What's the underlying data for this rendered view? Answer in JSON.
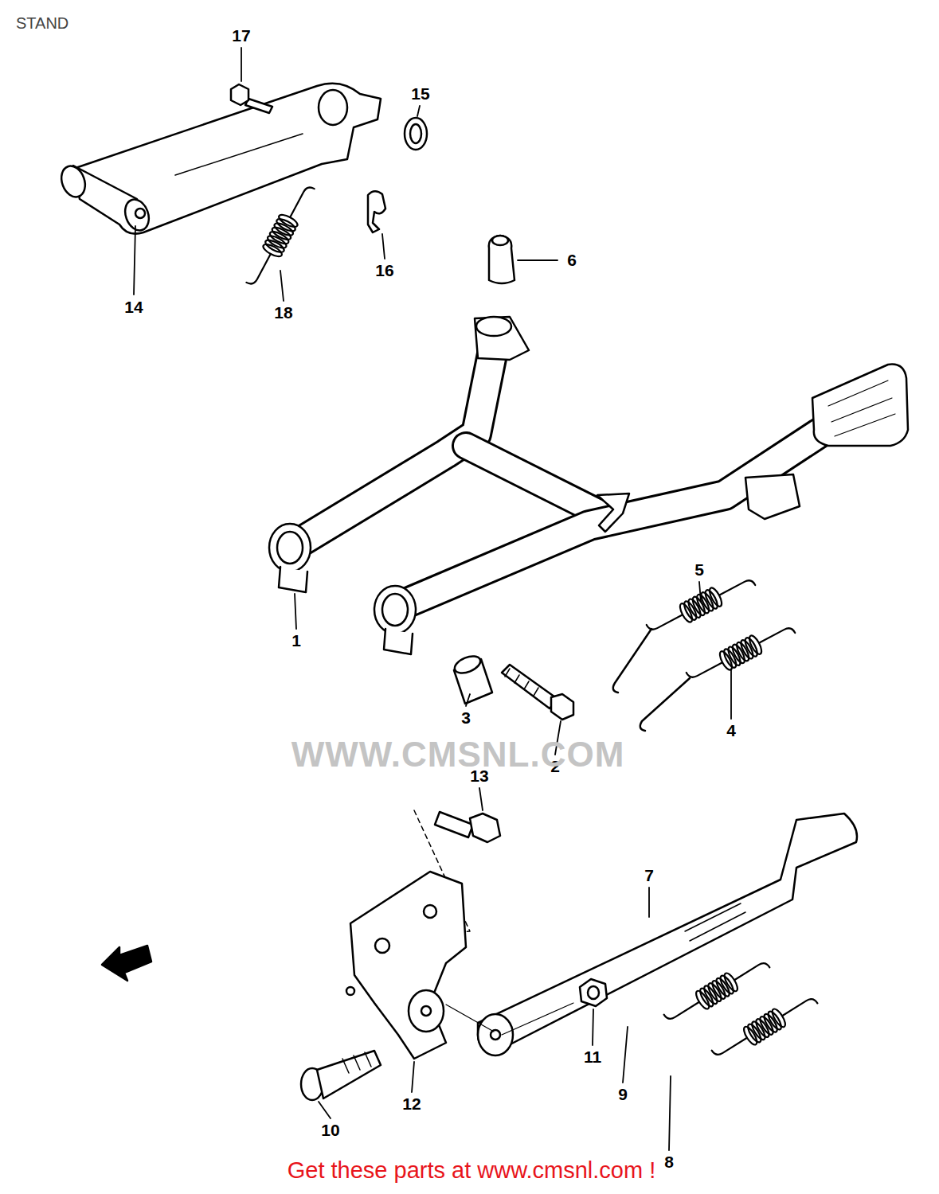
{
  "diagram": {
    "title": "STAND",
    "caption": "Get these parts at www.cmsnl.com !",
    "labels": [
      "17",
      "15",
      "6",
      "14",
      "18",
      "16",
      "5",
      "1",
      "3",
      "2",
      "4",
      "13",
      "7",
      "11",
      "9",
      "12",
      "10",
      "8",
      "WWW.CMSNL.COM"
    ]
  }
}
